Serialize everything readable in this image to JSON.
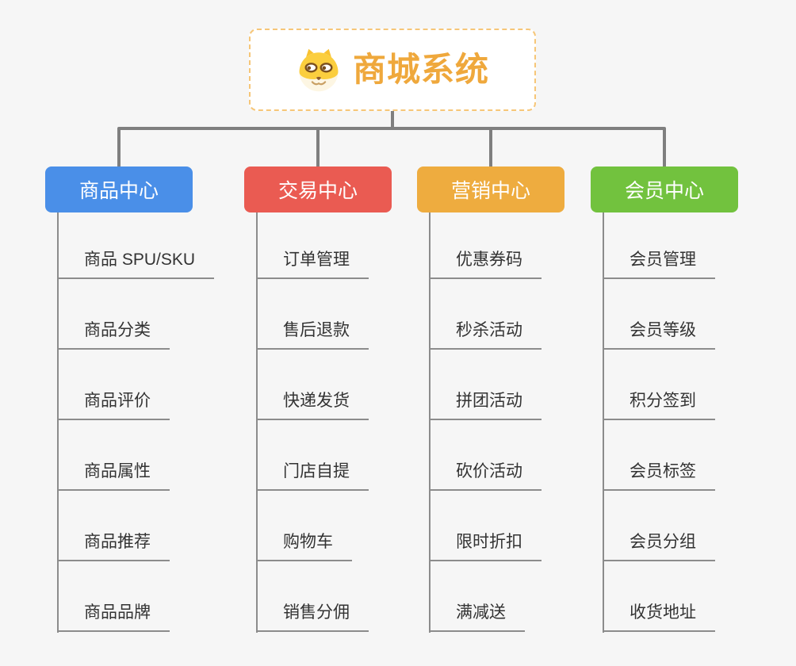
{
  "root": {
    "title": "商城系统",
    "title_color": "#efa83c",
    "icon": "shiba-dog-icon"
  },
  "branches": [
    {
      "label": "商品中心",
      "color": "#4a8fe8",
      "children": [
        "商品 SPU/SKU",
        "商品分类",
        "商品评价",
        "商品属性",
        "商品推荐",
        "商品品牌"
      ]
    },
    {
      "label": "交易中心",
      "color": "#ea5b52",
      "children": [
        "订单管理",
        "售后退款",
        "快递发货",
        "门店自提",
        "购物车",
        "销售分佣"
      ]
    },
    {
      "label": "营销中心",
      "color": "#eeac3f",
      "children": [
        "优惠券码",
        "秒杀活动",
        "拼团活动",
        "砍价活动",
        "限时折扣",
        "满减送"
      ]
    },
    {
      "label": "会员中心",
      "color": "#72c23e",
      "children": [
        "会员管理",
        "会员等级",
        "积分签到",
        "会员标签",
        "会员分组",
        "收货地址"
      ]
    }
  ],
  "palette": {
    "connector_gray": "#7f7f7f",
    "underline_gray": "#8c8c8c",
    "root_border": "#f6c678",
    "background": "#f6f6f6",
    "leaf_text": "#333333"
  }
}
